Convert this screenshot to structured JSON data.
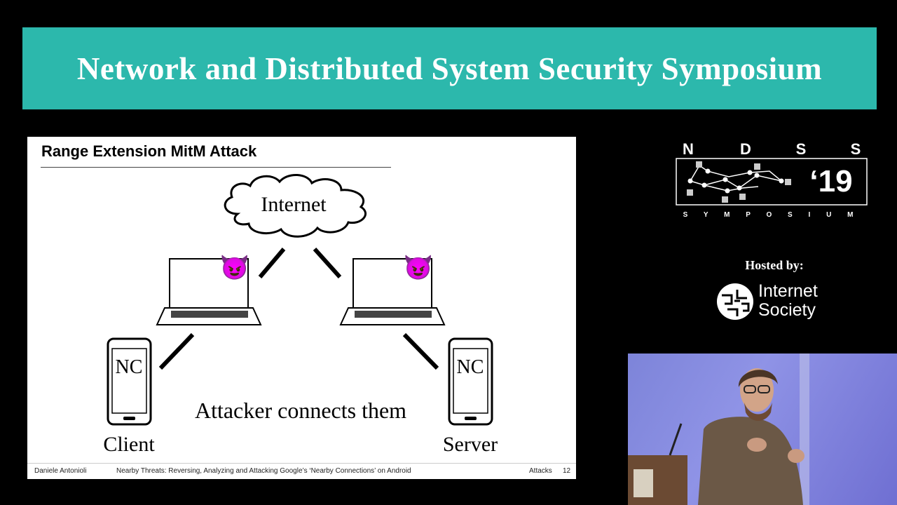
{
  "banner": {
    "title": "Network and Distributed System Security Symposium"
  },
  "slide": {
    "title": "Range Extension MitM Attack",
    "diagram": {
      "cloud_label": "Internet",
      "client_phone_label": "NC",
      "server_phone_label": "NC",
      "client_label": "Client",
      "server_label": "Server",
      "caption": "Attacker connects them",
      "attacker_emoji": "😈"
    },
    "footer": {
      "author": "Daniele Antonioli",
      "talk_title": "Nearby Threats: Reversing, Analyzing and Attacking Google’s ‘Nearby Connections’ on Android",
      "section": "Attacks",
      "page": "12"
    }
  },
  "sidebar": {
    "logo_letters": [
      "N",
      "D",
      "S",
      "S"
    ],
    "logo_year": "‘19",
    "logo_subtitle": "S Y M P O S I U M",
    "hosted_by": "Hosted by:",
    "host_line1": "Internet",
    "host_line2": "Society"
  },
  "colors": {
    "banner": "#2cb8ac",
    "background": "#000000"
  }
}
